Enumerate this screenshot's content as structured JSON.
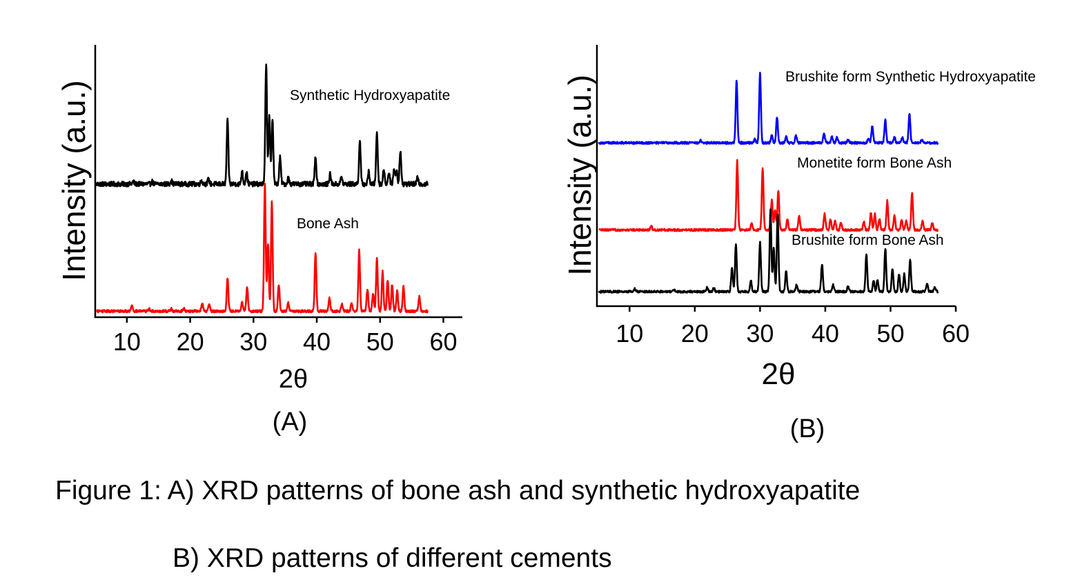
{
  "figure": {
    "caption_line1": "Figure 1: A) XRD patterns of bone ash and synthetic hydroxyapatite",
    "caption_line2": "B) XRD patterns of different cements"
  },
  "chart_data": [
    {
      "type": "line",
      "panel_label": "(A)",
      "xlabel": "2θ",
      "ylabel": "Intensity (a.u.)",
      "xlim": [
        5,
        63
      ],
      "ylim": [
        0,
        2.25
      ],
      "xticks": [
        10,
        20,
        30,
        40,
        50,
        60
      ],
      "yticks_shown": false,
      "series": [
        {
          "name": "Synthetic Hydroxyapatite",
          "color": "#000000",
          "x_range": [
            5.2,
            57.5
          ],
          "baseline": 1.1,
          "noise": 0.02,
          "peaks": [
            [
              11.0,
              0.02
            ],
            [
              14.0,
              0.02
            ],
            [
              17.0,
              0.03
            ],
            [
              21.8,
              0.03
            ],
            [
              22.9,
              0.04
            ],
            [
              25.9,
              0.53
            ],
            [
              28.2,
              0.1
            ],
            [
              28.9,
              0.1
            ],
            [
              32.0,
              1.0
            ],
            [
              32.5,
              0.55
            ],
            [
              33.0,
              0.55
            ],
            [
              34.2,
              0.22
            ],
            [
              35.5,
              0.05
            ],
            [
              39.8,
              0.23
            ],
            [
              42.1,
              0.08
            ],
            [
              43.9,
              0.06
            ],
            [
              46.8,
              0.36
            ],
            [
              48.2,
              0.1
            ],
            [
              49.5,
              0.43
            ],
            [
              50.6,
              0.12
            ],
            [
              51.4,
              0.1
            ],
            [
              52.2,
              0.12
            ],
            [
              52.6,
              0.12
            ],
            [
              53.2,
              0.27
            ],
            [
              55.9,
              0.05
            ]
          ]
        },
        {
          "name": "Bone Ash",
          "color": "#ff0000",
          "x_range": [
            5.2,
            57.5
          ],
          "baseline": 0.05,
          "noise": 0.01,
          "peaks": [
            [
              10.8,
              0.05
            ],
            [
              13.5,
              0.02
            ],
            [
              17.0,
              0.02
            ],
            [
              19.0,
              0.02
            ],
            [
              21.9,
              0.07
            ],
            [
              23.0,
              0.06
            ],
            [
              25.9,
              0.27
            ],
            [
              28.2,
              0.07
            ],
            [
              29.0,
              0.2
            ],
            [
              31.8,
              1.05
            ],
            [
              32.3,
              0.56
            ],
            [
              32.9,
              0.9
            ],
            [
              34.0,
              0.22
            ],
            [
              35.5,
              0.07
            ],
            [
              39.8,
              0.48
            ],
            [
              42.0,
              0.11
            ],
            [
              44.0,
              0.06
            ],
            [
              45.5,
              0.06
            ],
            [
              46.7,
              0.5
            ],
            [
              48.0,
              0.18
            ],
            [
              48.9,
              0.15
            ],
            [
              49.5,
              0.44
            ],
            [
              50.4,
              0.33
            ],
            [
              51.2,
              0.26
            ],
            [
              51.9,
              0.22
            ],
            [
              52.7,
              0.17
            ],
            [
              53.7,
              0.2
            ],
            [
              56.2,
              0.12
            ]
          ]
        }
      ],
      "annotations": [
        "Synthetic Hydroxyapatite",
        "Bone Ash"
      ],
      "grid": false,
      "legend": "none"
    },
    {
      "type": "line",
      "panel_label": "(B)",
      "xlabel": "2θ",
      "ylabel": "Intensity (a.u.)",
      "xlim": [
        5,
        60
      ],
      "ylim": [
        0,
        3.6
      ],
      "xticks": [
        10,
        20,
        30,
        40,
        50,
        60
      ],
      "yticks_shown": false,
      "series": [
        {
          "name": "Brushite form Synthetic Hydroxyapatite",
          "color": "#0000ff",
          "x_range": [
            5.3,
            57.3
          ],
          "baseline": 2.25,
          "noise": 0.015,
          "peaks": [
            [
              20.9,
              0.03
            ],
            [
              26.4,
              0.86
            ],
            [
              29.2,
              0.05
            ],
            [
              30.0,
              0.96
            ],
            [
              31.8,
              0.1
            ],
            [
              32.6,
              0.36
            ],
            [
              34.0,
              0.08
            ],
            [
              35.5,
              0.1
            ],
            [
              39.8,
              0.14
            ],
            [
              41.0,
              0.09
            ],
            [
              41.8,
              0.08
            ],
            [
              43.5,
              0.04
            ],
            [
              46.6,
              0.06
            ],
            [
              47.2,
              0.23
            ],
            [
              49.2,
              0.32
            ],
            [
              50.6,
              0.08
            ],
            [
              51.8,
              0.07
            ],
            [
              52.9,
              0.41
            ],
            [
              54.8,
              0.04
            ]
          ]
        },
        {
          "name": "Monetite form Bone Ash",
          "color": "#ff0000",
          "x_range": [
            5.3,
            57.3
          ],
          "baseline": 1.05,
          "noise": 0.015,
          "peaks": [
            [
              13.3,
              0.06
            ],
            [
              26.5,
              0.95
            ],
            [
              28.7,
              0.1
            ],
            [
              30.4,
              0.86
            ],
            [
              31.8,
              0.42
            ],
            [
              32.3,
              0.28
            ],
            [
              32.8,
              0.55
            ],
            [
              34.2,
              0.14
            ],
            [
              36.0,
              0.2
            ],
            [
              39.9,
              0.22
            ],
            [
              40.8,
              0.15
            ],
            [
              41.5,
              0.13
            ],
            [
              42.4,
              0.1
            ],
            [
              45.9,
              0.11
            ],
            [
              47.0,
              0.24
            ],
            [
              47.6,
              0.22
            ],
            [
              48.3,
              0.16
            ],
            [
              49.5,
              0.4
            ],
            [
              50.6,
              0.2
            ],
            [
              51.7,
              0.14
            ],
            [
              52.4,
              0.13
            ],
            [
              53.3,
              0.51
            ],
            [
              54.9,
              0.12
            ],
            [
              56.4,
              0.1
            ]
          ]
        },
        {
          "name": "Brushite form Bone Ash",
          "color": "#000000",
          "x_range": [
            5.3,
            57.3
          ],
          "baseline": 0.2,
          "noise": 0.015,
          "peaks": [
            [
              10.8,
              0.04
            ],
            [
              16.8,
              0.03
            ],
            [
              21.9,
              0.06
            ],
            [
              22.9,
              0.05
            ],
            [
              25.7,
              0.32
            ],
            [
              26.3,
              0.66
            ],
            [
              28.6,
              0.15
            ],
            [
              30.0,
              0.68
            ],
            [
              31.6,
              1.12
            ],
            [
              32.1,
              0.6
            ],
            [
              32.7,
              1.06
            ],
            [
              34.0,
              0.28
            ],
            [
              35.6,
              0.1
            ],
            [
              39.5,
              0.38
            ],
            [
              41.2,
              0.1
            ],
            [
              43.5,
              0.08
            ],
            [
              46.3,
              0.52
            ],
            [
              47.4,
              0.16
            ],
            [
              48.0,
              0.16
            ],
            [
              49.2,
              0.6
            ],
            [
              50.3,
              0.32
            ],
            [
              51.3,
              0.24
            ],
            [
              52.1,
              0.24
            ],
            [
              53.0,
              0.45
            ],
            [
              55.6,
              0.12
            ],
            [
              56.8,
              0.06
            ]
          ]
        }
      ],
      "annotations": [
        "Brushite form Synthetic Hydroxyapatite",
        "Monetite form Bone Ash",
        "Brushite form Bone Ash"
      ],
      "grid": false,
      "legend": "none"
    }
  ]
}
